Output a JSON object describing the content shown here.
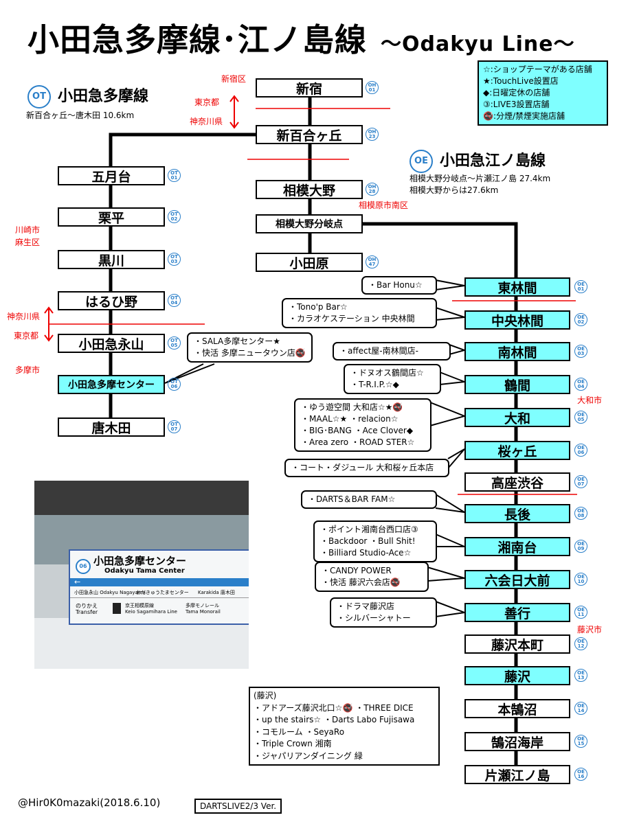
{
  "title": {
    "main": "小田急多摩線･江ノ島線",
    "sub": "～Odakyu Line～"
  },
  "tama_line": {
    "badge": "OT",
    "name": "小田急多摩線",
    "desc": "新百合ヶ丘～唐木田 10.6km"
  },
  "enoshima_line": {
    "badge": "OE",
    "name": "小田急江ノ島線",
    "desc1": "相模大野分岐点～片瀬江ノ島  27.4km",
    "desc2": "相模大野からは27.6km"
  },
  "legend": [
    "☆:ショップテーマがある店舗",
    "★:TouchLive設置店",
    "◆:日曜定休の店舗",
    "③:LIVE3設置店舗",
    "🚭:分煙/禁煙実施店舗"
  ],
  "areas": {
    "shinjuku_ku": "新宿区",
    "tokyo1": "東京都",
    "kanagawa1": "神奈川県",
    "kawasaki": "川崎市",
    "asao": "麻生区",
    "kanagawa2": "神奈川県",
    "tokyo2": "東京都",
    "tama_city": "多摩市",
    "sagamihara": "相模原市南区",
    "yamato": "大和市",
    "fujisawa": "藤沢市"
  },
  "odawara_stations": [
    {
      "name": "新宿",
      "code": "OH",
      "num": "01"
    },
    {
      "name": "新百合ヶ丘",
      "code": "OH",
      "num": "23"
    },
    {
      "name": "相模大野",
      "code": "OH",
      "num": "28"
    },
    {
      "name": "相模大野分岐点",
      "code": "",
      "num": ""
    },
    {
      "name": "小田原",
      "code": "OH",
      "num": "47"
    }
  ],
  "tama_stations": [
    {
      "name": "五月台",
      "code": "OT",
      "num": "01"
    },
    {
      "name": "栗平",
      "code": "OT",
      "num": "02"
    },
    {
      "name": "黒川",
      "code": "OT",
      "num": "03"
    },
    {
      "name": "はるひ野",
      "code": "OT",
      "num": "04"
    },
    {
      "name": "小田急永山",
      "code": "OT",
      "num": "05"
    },
    {
      "name": "小田急多摩センター",
      "code": "OT",
      "num": "06"
    },
    {
      "name": "唐木田",
      "code": "OT",
      "num": "07"
    }
  ],
  "enoshima_stations": [
    {
      "name": "東林間",
      "code": "OE",
      "num": "01"
    },
    {
      "name": "中央林間",
      "code": "OE",
      "num": "02"
    },
    {
      "name": "南林間",
      "code": "OE",
      "num": "03"
    },
    {
      "name": "鶴間",
      "code": "OE",
      "num": "04"
    },
    {
      "name": "大和",
      "code": "OE",
      "num": "05"
    },
    {
      "name": "桜ヶ丘",
      "code": "OE",
      "num": "06"
    },
    {
      "name": "高座渋谷",
      "code": "OE",
      "num": "07"
    },
    {
      "name": "長後",
      "code": "OE",
      "num": "08"
    },
    {
      "name": "湘南台",
      "code": "OE",
      "num": "09"
    },
    {
      "name": "六会日大前",
      "code": "OE",
      "num": "10"
    },
    {
      "name": "善行",
      "code": "OE",
      "num": "11"
    },
    {
      "name": "藤沢本町",
      "code": "OE",
      "num": "12"
    },
    {
      "name": "藤沢",
      "code": "OE",
      "num": "13"
    },
    {
      "name": "本鵠沼",
      "code": "OE",
      "num": "14"
    },
    {
      "name": "鵠沼海岸",
      "code": "OE",
      "num": "15"
    },
    {
      "name": "片瀬江ノ島",
      "code": "OE",
      "num": "16"
    }
  ],
  "shops": {
    "tama_center": [
      "・SALA多摩センター★",
      "・快活 多摩ニュータウン店🚭"
    ],
    "higashi_rinkan": [
      "・Bar Honu☆"
    ],
    "chuo_rinkan": [
      "・Tono'p Bar☆",
      "・カラオケステーション 中央林間"
    ],
    "minami_rinkan": [
      "・affect屋-南林間店-"
    ],
    "tsuruma": [
      "・ドヌオス鶴間店☆",
      "・T-R.I.P.☆◆"
    ],
    "yamato": [
      "・ゆう遊空間 大和店☆★🚭",
      "・MAAL☆★    ・relacion☆",
      "・BIG･BANG    ・Ace Clover◆",
      "・Area zero   ・ROAD STER☆"
    ],
    "sakuragaoka": [
      "・コート・ダジュール 大和桜ヶ丘本店"
    ],
    "chogo": [
      "・DARTS＆BAR FAM☆"
    ],
    "shonandai": [
      "・ポイント湘南台西口店③",
      "・Backdoor  ・Bull Shit!",
      "・Billiard Studio-Ace☆"
    ],
    "mutsuai": [
      "・CANDY POWER",
      "・快活 藤沢六会店🚭"
    ],
    "zengyo": [
      "・ドラマ藤沢店",
      "・シルバーシャトー"
    ]
  },
  "fujisawa_box": [
    "(藤沢)",
    "・アドアーズ藤沢北口☆🚭   ・THREE DICE",
    "・up the stairs☆    ・Darts Labo Fujisawa",
    "・コモルーム    ・SeyaRo",
    "・Triple Crown 湘南",
    "・ジャパリアンダイニング 緑"
  ],
  "photo_sign": {
    "num": "06",
    "jp": "小田急多摩センター",
    "en": "Odakyu Tama Center",
    "prev_jp": "小田急永山",
    "prev_en": "Odakyu Nagayama",
    "mid_jp": "おだきゅうたまセンター",
    "next_jp": "唐木田",
    "next_en": "Karakida",
    "transfer_jp": "のりかえ",
    "transfer_en": "Transfer",
    "keio_jp": "京王相模原線",
    "keio_en": "Keio Sagamihara Line",
    "monorail_jp": "多摩モノレール",
    "monorail_en": "Tama Monorail"
  },
  "credit": "@Hir0K0mazaki(2018.6.10)",
  "version": "DARTSLIVE2/3 Ver.",
  "colors": {
    "shop_station": "#7fffff",
    "badge": "#2a7fc9",
    "boundary": "#e00000"
  }
}
